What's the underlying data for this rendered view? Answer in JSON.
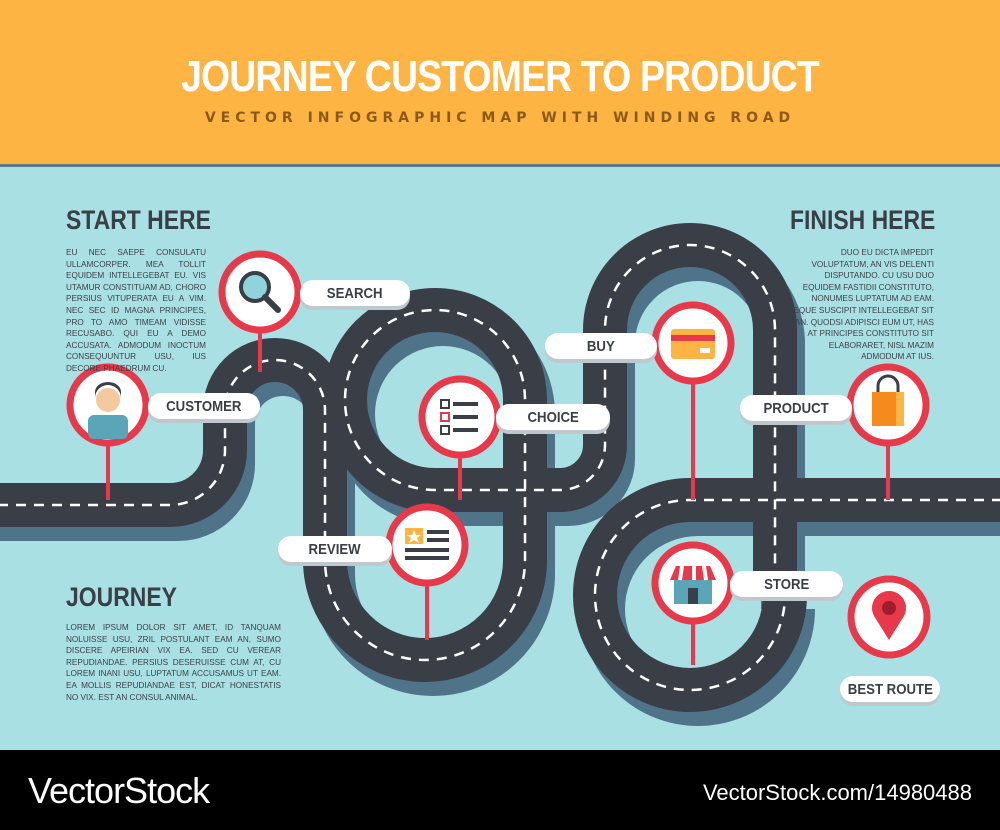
{
  "header": {
    "title": "JOURNEY CUSTOMER TO PRODUCT",
    "subtitle": "VECTOR INFOGRAPHIC MAP WITH WINDING ROAD"
  },
  "start": {
    "heading": "START HERE",
    "text": "Eu nec saepe consulatu ullamcorper. Mea tollit equidem intellegebat eu. Vis utamur constituam ad, choro persius vituperata eu a vim. Nec sec id magna principes, pro to amo timeam vidisse recusabo. Qui eu a demo accusata. Admodum inoctum consequuntur usu, ius decore phaedrum cu."
  },
  "finish": {
    "heading": "FINISH HERE",
    "text": "Duo eu dicta impedit voluptatum, an vis delenti disputando. Cu usu duo equidem fastidii constituto, nonumes luptatum ad eam. Reque suscipit intellegebat sit an. Quodsi adipisci eum ut, has at principes constituto sit elaboraret, nisl mazim admodum at ius."
  },
  "journey": {
    "heading": "JOURNEY",
    "text": "Lorem ipsum dolor sit amet, id tanquam noluisse usu, zril postulant eam an, sumo discere apeirian vix ea. Sed cu verear repudiandae. Persius deseruisse cum at, cu lorem inani usu, luptatum accusamus ut eam. Ea mollis repudiandae est, dicat honestatis no vix. Est an consul animal."
  },
  "steps": {
    "customer": "CUSTOMER",
    "search": "SEARCH",
    "choice": "CHOICE",
    "review": "REVIEW",
    "buy": "BUY",
    "store": "STORE",
    "product": "PRODUCT",
    "best_route": "BEST ROUTE"
  },
  "colors": {
    "header": "#fdb443",
    "background": "#a9e0e3",
    "road": "#3a3f47",
    "pin": "#e8394a"
  },
  "footer": {
    "brand": "VectorStock",
    "url": "VectorStock.com/14980488"
  }
}
